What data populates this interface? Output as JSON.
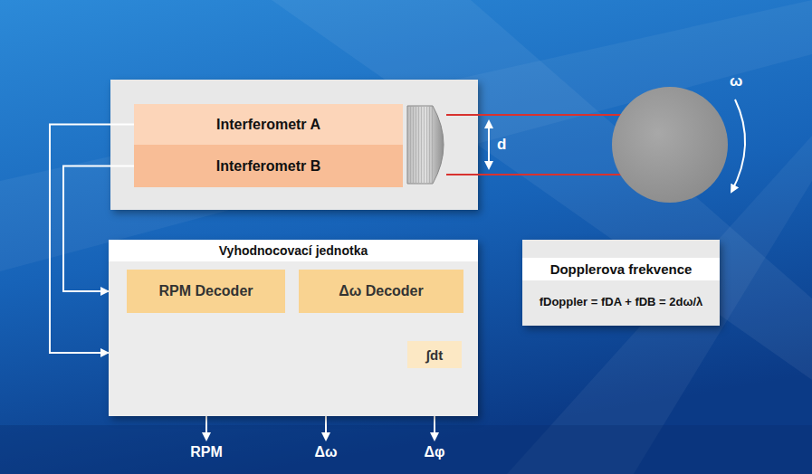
{
  "diagram": {
    "nodes": [
      {
        "text": [
          "Interferometr A"
        ]
      },
      {
        "text": [
          "Interferometr B"
        ]
      },
      {
        "text": [
          "Vyhodnocovací jednotka"
        ]
      },
      {
        "text": [
          "RPM Decoder"
        ],
        "in": 2
      },
      {
        "text": [
          "Δω Decoder"
        ],
        "in": 2
      },
      {
        "text": [
          "∫dt"
        ],
        "in": 2
      },
      {
        "text": [
          "Dopplerova frekvence",
          "fDoppler = fDA + fDB = 2dω/λ"
        ]
      }
    ],
    "edges": [
      {
        "from": 0,
        "to": 2,
        "arrow": "to"
      },
      {
        "from": 1,
        "to": 2,
        "arrow": "to"
      },
      {
        "from": 4,
        "to": 5,
        "arrow": "none"
      }
    ],
    "labels": [
      "d",
      "ω",
      "RPM",
      "Δω",
      "Δφ"
    ]
  }
}
